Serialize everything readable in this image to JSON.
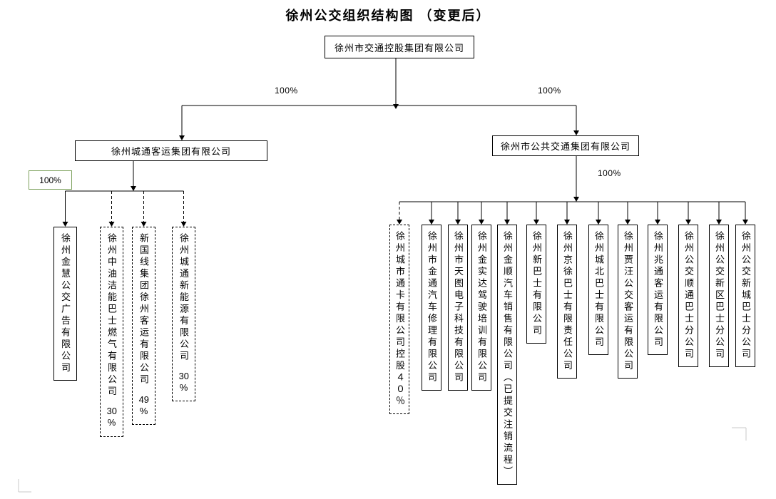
{
  "title": "徐州公交组织结构图 （变更后）",
  "root": {
    "label": "徐州市交通控股集团有限公司"
  },
  "level2": {
    "left": {
      "label": "徐州城通客运集团有限公司"
    },
    "right": {
      "label": "徐州市公共交通集团有限公司"
    }
  },
  "edge_labels": {
    "left_top": "100%",
    "right_top": "100%",
    "left_sub": "100%",
    "right_sub": "100%"
  },
  "left_children": [
    {
      "label": "徐州金慧公交广告有限公司",
      "pct_digits": "",
      "pct_sign": "",
      "border": "solid"
    },
    {
      "label": "徐州中油洁能巴士燃气有限公司",
      "pct_digits": "30",
      "pct_sign": "%",
      "border": "dashed"
    },
    {
      "label": "新国线集团徐州客运有限公司",
      "pct_digits": "49",
      "pct_sign": "%",
      "border": "dashed"
    },
    {
      "label": "徐州城通新能源有限公司",
      "pct_digits": "30",
      "pct_sign": "%",
      "border": "dashed"
    }
  ],
  "right_children": [
    {
      "label": "徐州城市通卡有限公司控股４０％",
      "border": "dashed"
    },
    {
      "label": "徐州市金通汽车修理有限公司",
      "border": "solid"
    },
    {
      "label": "徐州市天图电子科技有限公司",
      "border": "solid"
    },
    {
      "label": "徐州金实达驾驶培训有限公司",
      "border": "solid"
    },
    {
      "label": "徐州金顺汽车销售有限公司（已提交注销流程）",
      "border": "solid"
    },
    {
      "label": "徐州新巴士有限公司",
      "border": "solid"
    },
    {
      "label": "徐州京徐巴士有限责任公司",
      "border": "solid"
    },
    {
      "label": "徐州城北巴士有限公司",
      "border": "solid"
    },
    {
      "label": "徐州贾汪公交客运有限公司",
      "border": "solid"
    },
    {
      "label": "徐州兆通客运有限公司",
      "border": "solid"
    },
    {
      "label": "徐州公交顺通巴士分公司",
      "border": "solid"
    },
    {
      "label": "徐州公交新区巴士分公司",
      "border": "solid"
    },
    {
      "label": "徐州公交新城巴士分公司",
      "border": "solid"
    }
  ],
  "colors": {
    "line": "#000000",
    "green_box_border": "#7ca05c",
    "corner_mark": "#c8c8c8"
  }
}
